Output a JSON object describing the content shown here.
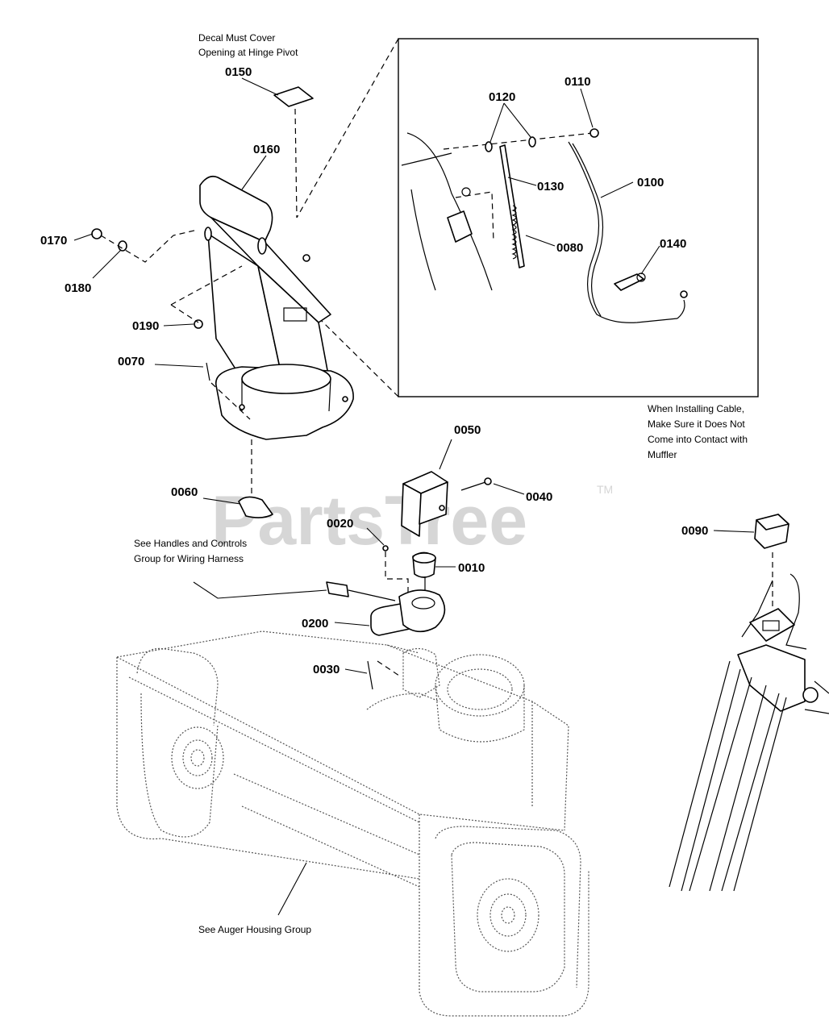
{
  "watermark": {
    "text": "PartsTree",
    "trademark": "TM"
  },
  "notes": {
    "decal_line1": "Decal Must Cover",
    "decal_line2": "Opening at Hinge Pivot",
    "cable_line1": "When Installing Cable,",
    "cable_line2": "Make Sure it Does Not",
    "cable_line3": "Come into Contact with",
    "cable_line4": "Muffler",
    "handles_line1": "See Handles and Controls",
    "handles_line2": "Group for Wiring Harness",
    "auger": "See Auger Housing Group"
  },
  "callouts": {
    "p0010": "0010",
    "p0020": "0020",
    "p0030": "0030",
    "p0040": "0040",
    "p0050": "0050",
    "p0060": "0060",
    "p0070": "0070",
    "p0080": "0080",
    "p0090": "0090",
    "p0100": "0100",
    "p0110": "0110",
    "p0120": "0120",
    "p0130": "0130",
    "p0140": "0140",
    "p0150": "0150",
    "p0160": "0160",
    "p0170": "0170",
    "p0180": "0180",
    "p0190": "0190",
    "p0200": "0200"
  }
}
